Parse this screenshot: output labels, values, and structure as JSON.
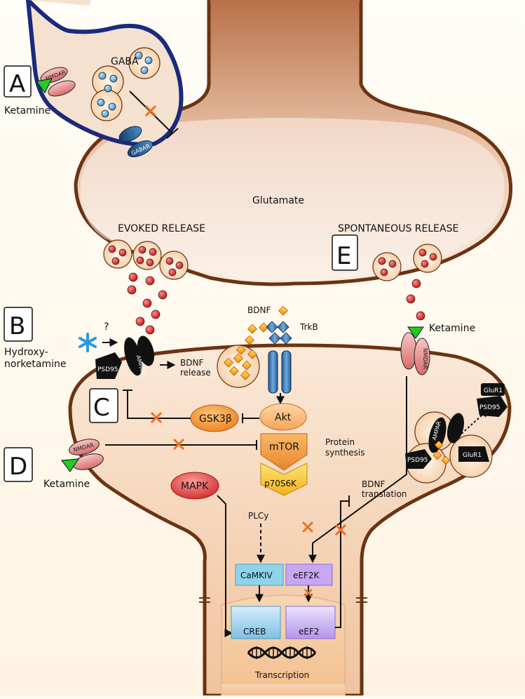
{
  "panels": {
    "A": "A",
    "B": "B",
    "C": "C",
    "D": "D",
    "E": "E"
  },
  "labels": {
    "gaba": "GABA",
    "nmdar": "NMDAR",
    "ketamine": "Ketamine",
    "gabar": "GABAR",
    "glutamate": "Glutamate",
    "evoked_release": "EVOKED RELEASE",
    "spontaneous_release": "SPONTANEOUS RELEASE",
    "bdnf": "BDNF",
    "trkb": "TrkB",
    "question": "?",
    "hydroxy_line1": "Hydroxy-",
    "hydroxy_line2": "norketamine",
    "psd95": "PSD95",
    "ampar": "AMPAR",
    "bdnf_release_line1": "BDNF",
    "bdnf_release_line2": "release",
    "gsk3b": "GSK3β",
    "akt": "Akt",
    "mtor": "mTOR",
    "p70s6k": "p70S6K",
    "protein_synthesis_line1": "Protein",
    "protein_synthesis_line2": "synthesis",
    "mapk": "MAPK",
    "plcy": "PLCy",
    "camkiv": "CaMKIV",
    "eef2k": "eEF2K",
    "creb": "CREB",
    "eef2": "eEF2",
    "transcription": "Transcription",
    "bdnf_translation_line1": "BDNF",
    "bdnf_translation_line2": "translation",
    "glur1": "GluR1"
  },
  "colors": {
    "membrane": "#6b3312",
    "gaba_membrane": "#1a2a7c",
    "inhibition_cross": "#f07020",
    "ketamine_triangle": "#22cc22",
    "camkiv_box": "#8ed3ea",
    "eef2k_box": "#c7a6f2",
    "gsk3b": "#f49a3a",
    "mapk": "#d63a3a",
    "p70s6k": "#f4c430"
  }
}
